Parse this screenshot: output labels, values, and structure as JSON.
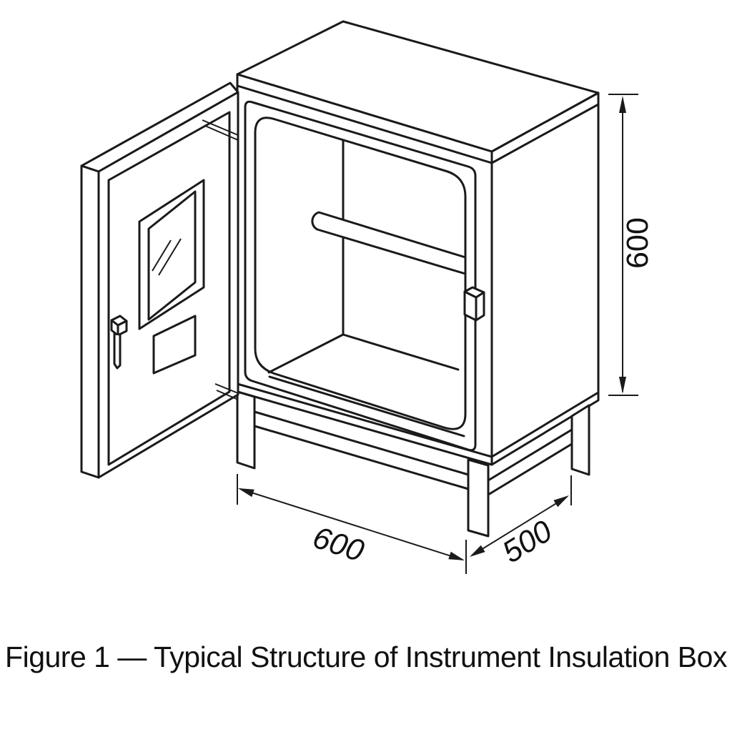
{
  "figure": {
    "caption": "Figure 1 — Typical Structure of Instrument Insulation Box",
    "dimensions": {
      "height": "600",
      "width": "600",
      "depth": "500"
    },
    "colors": {
      "line": "#1a1a1a",
      "background": "#ffffff"
    }
  }
}
